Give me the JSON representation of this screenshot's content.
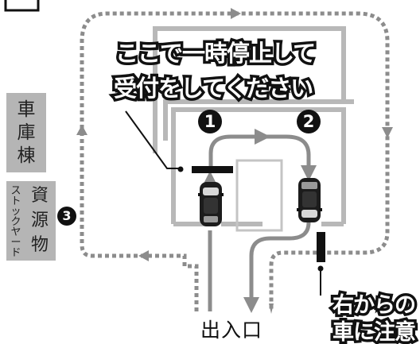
{
  "instruction": {
    "line1": "ここで一時停止して",
    "line2": "受付をしてください"
  },
  "warning": {
    "line1": "右からの",
    "line2": "車に注意"
  },
  "entrance_label": "出入口",
  "garage_label": [
    "車",
    "庫",
    "棟"
  ],
  "stockyard": {
    "resource_label": [
      "資",
      "源",
      "物"
    ],
    "yard_label": [
      "ス",
      "ト",
      "ッ",
      "ク",
      "ヤ",
      "ー",
      "ド"
    ]
  },
  "markers": {
    "stop_point": "1",
    "exit_point": "2",
    "stockyard_number": "3"
  },
  "colors": {
    "road_outline": "#b8b8b8",
    "dotted_path": "#8c8c8c",
    "arrow_path": "#8c8c8c",
    "label_box": "#b5b5b5"
  }
}
